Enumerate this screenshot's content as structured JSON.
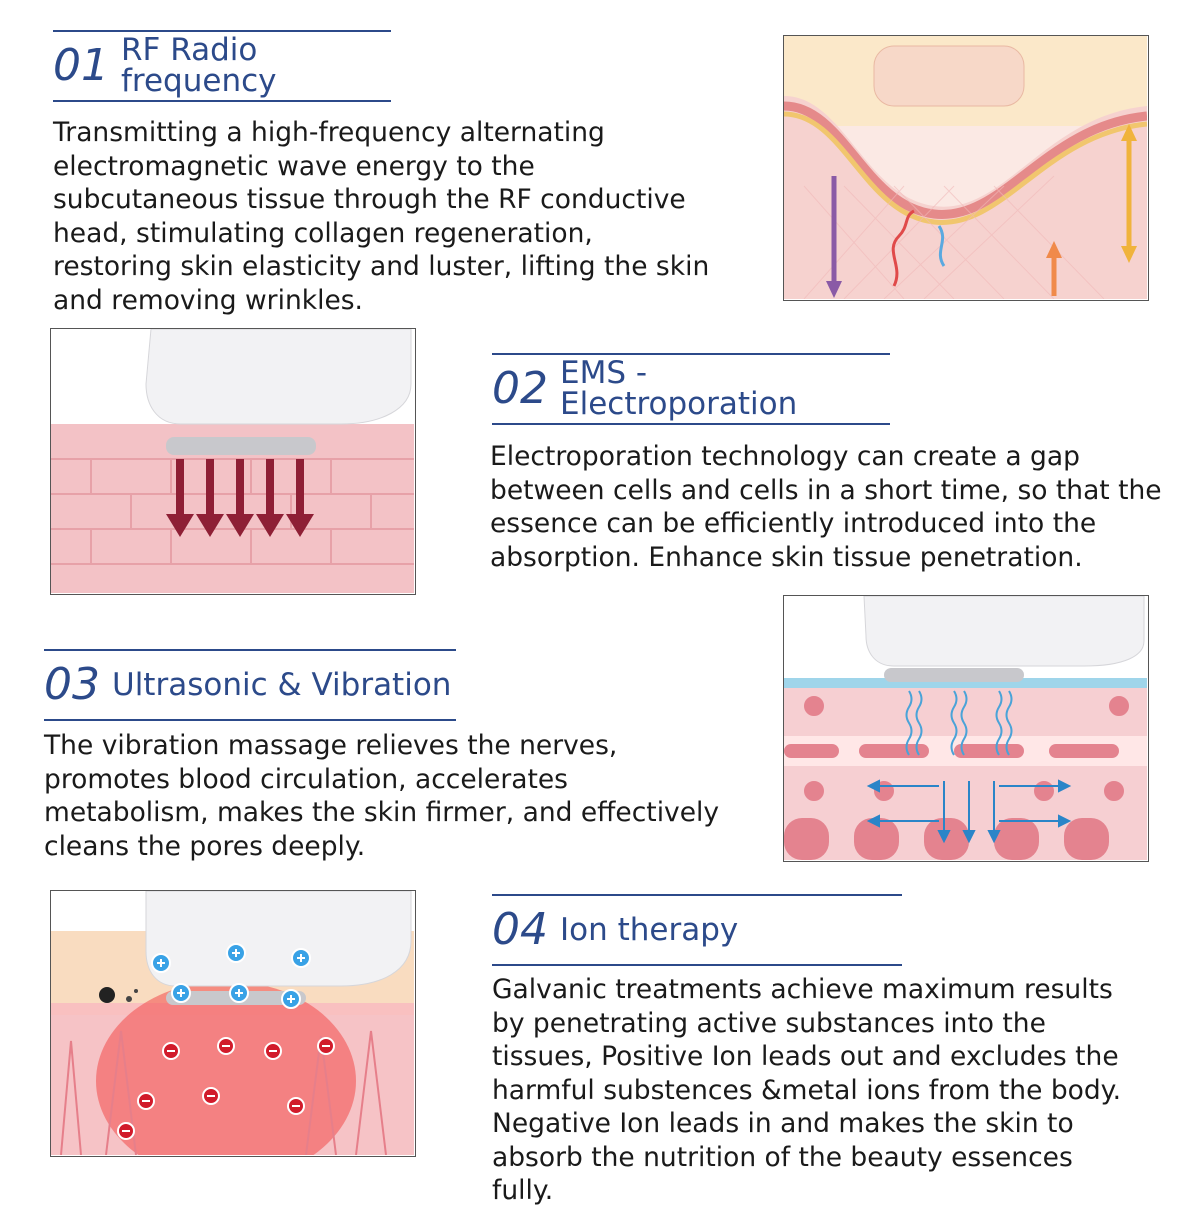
{
  "sections": [
    {
      "number": "01",
      "title": "RF Radio frequency",
      "text": "Transmitting a high-frequency alternating electromagnetic wave energy to the subcutaneous tissue through the RF conductive head, stimulating collagen regeneration, restoring skin elasticity and luster, lifting the skin and removing wrinkles."
    },
    {
      "number": "02",
      "title": "EMS - Electroporation",
      "text": "Electroporation technology can create a gap between cells and cells in a short time, so that the essence can be efficiently introduced into the absorption. Enhance skin tissue penetration."
    },
    {
      "number": "03",
      "title": "Ultrasonic & Vibration",
      "text": "The vibration massage relieves the nerves, promotes blood circulation, accelerates metabolism, makes the skin firmer, and effectively cleans the pores deeply."
    },
    {
      "number": "04",
      "title": "Ion therapy",
      "text": "Galvanic treatments achieve maximum results by penetrating active substances into the tissues, Positive Ion leads out and excludes the harmful substences &metal ions from the body. Negative Ion leads in and makes the skin to absorb the nutrition of the beauty essences fully."
    }
  ],
  "colors": {
    "heading": "#2c4a8a",
    "skin_pink": "#f3b6bd",
    "skin_dark": "#e4838f",
    "arrow_maroon": "#8e1f35",
    "wave_blue": "#4aa3d8"
  },
  "icons": {
    "img1": "skin-collagen-illustration",
    "img2": "ems-device-arrows-illustration",
    "img3": "ultrasonic-vibration-illustration",
    "img4": "ion-therapy-illustration"
  }
}
